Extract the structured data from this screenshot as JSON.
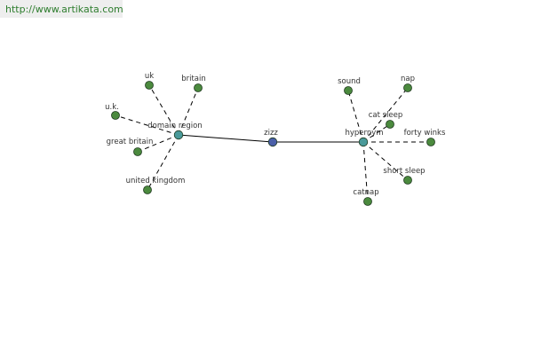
{
  "header": {
    "url": "http://www.artikata.com"
  },
  "colors": {
    "leaf": "#4b8a3e",
    "hub": "#4a9a9a",
    "center": "#4a5fa8",
    "edge": "#000000"
  },
  "graph": {
    "nodes": [
      {
        "id": "zizz",
        "label": "zizz",
        "kind": "center"
      },
      {
        "id": "domain_region",
        "label": "domain region",
        "kind": "hub"
      },
      {
        "id": "hypernym",
        "label": "hypernym",
        "kind": "hub"
      },
      {
        "id": "uk",
        "label": "uk",
        "kind": "leaf"
      },
      {
        "id": "britain",
        "label": "britain",
        "kind": "leaf"
      },
      {
        "id": "u_k",
        "label": "u.k.",
        "kind": "leaf"
      },
      {
        "id": "great_britain",
        "label": "great britain",
        "kind": "leaf"
      },
      {
        "id": "united_kingdom",
        "label": "united kingdom",
        "kind": "leaf"
      },
      {
        "id": "sound",
        "label": "sound",
        "kind": "leaf"
      },
      {
        "id": "nap",
        "label": "nap",
        "kind": "leaf"
      },
      {
        "id": "cat_sleep",
        "label": "cat sleep",
        "kind": "leaf"
      },
      {
        "id": "forty_winks",
        "label": "forty winks",
        "kind": "leaf"
      },
      {
        "id": "short_sleep",
        "label": "short sleep",
        "kind": "leaf"
      },
      {
        "id": "catnap",
        "label": "catnap",
        "kind": "leaf"
      }
    ],
    "edges": [
      {
        "from": "zizz",
        "to": "domain_region",
        "style": "solid"
      },
      {
        "from": "zizz",
        "to": "hypernym",
        "style": "solid"
      },
      {
        "from": "domain_region",
        "to": "uk",
        "style": "dashed"
      },
      {
        "from": "domain_region",
        "to": "britain",
        "style": "dashed"
      },
      {
        "from": "domain_region",
        "to": "u_k",
        "style": "dashed"
      },
      {
        "from": "domain_region",
        "to": "great_britain",
        "style": "dashed"
      },
      {
        "from": "domain_region",
        "to": "united_kingdom",
        "style": "dashed"
      },
      {
        "from": "hypernym",
        "to": "sound",
        "style": "dashed"
      },
      {
        "from": "hypernym",
        "to": "nap",
        "style": "dashed"
      },
      {
        "from": "hypernym",
        "to": "cat_sleep",
        "style": "dashed"
      },
      {
        "from": "hypernym",
        "to": "forty_winks",
        "style": "dashed"
      },
      {
        "from": "hypernym",
        "to": "short_sleep",
        "style": "dashed"
      },
      {
        "from": "hypernym",
        "to": "catnap",
        "style": "dashed"
      }
    ]
  }
}
